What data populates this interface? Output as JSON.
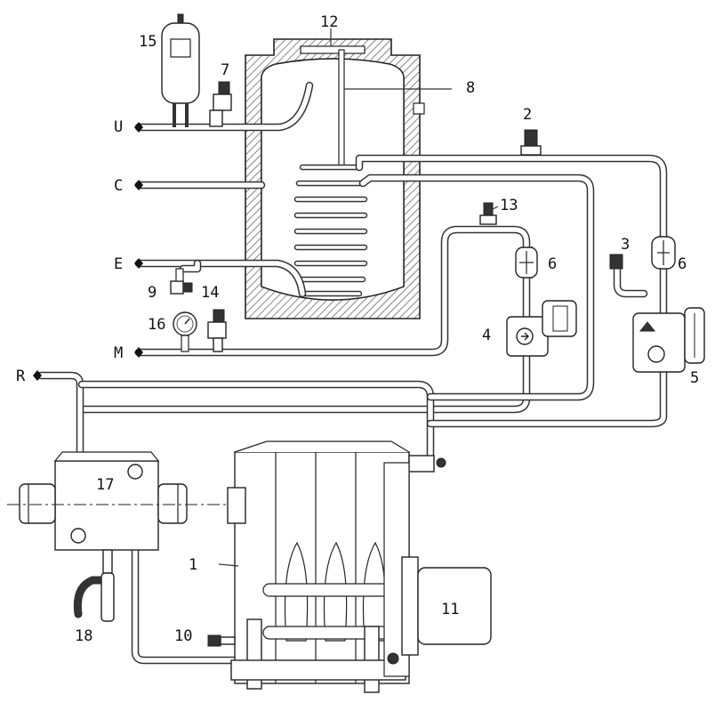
{
  "callouts": {
    "n1": "1",
    "n2": "2",
    "n3": "3",
    "n4": "4",
    "n5": "5",
    "n6a": "6",
    "n6b": "6",
    "n7": "7",
    "n8": "8",
    "n9": "9",
    "n10": "10",
    "n11": "11",
    "n12": "12",
    "n13": "13",
    "n14": "14",
    "n15": "15",
    "n16": "16",
    "n17": "17",
    "n18": "18"
  },
  "connections": {
    "U": "U",
    "C": "C",
    "E": "E",
    "M": "M",
    "R": "R"
  },
  "colors": {
    "line": "#333333",
    "fill_dark": "#333333",
    "background": "#ffffff"
  }
}
